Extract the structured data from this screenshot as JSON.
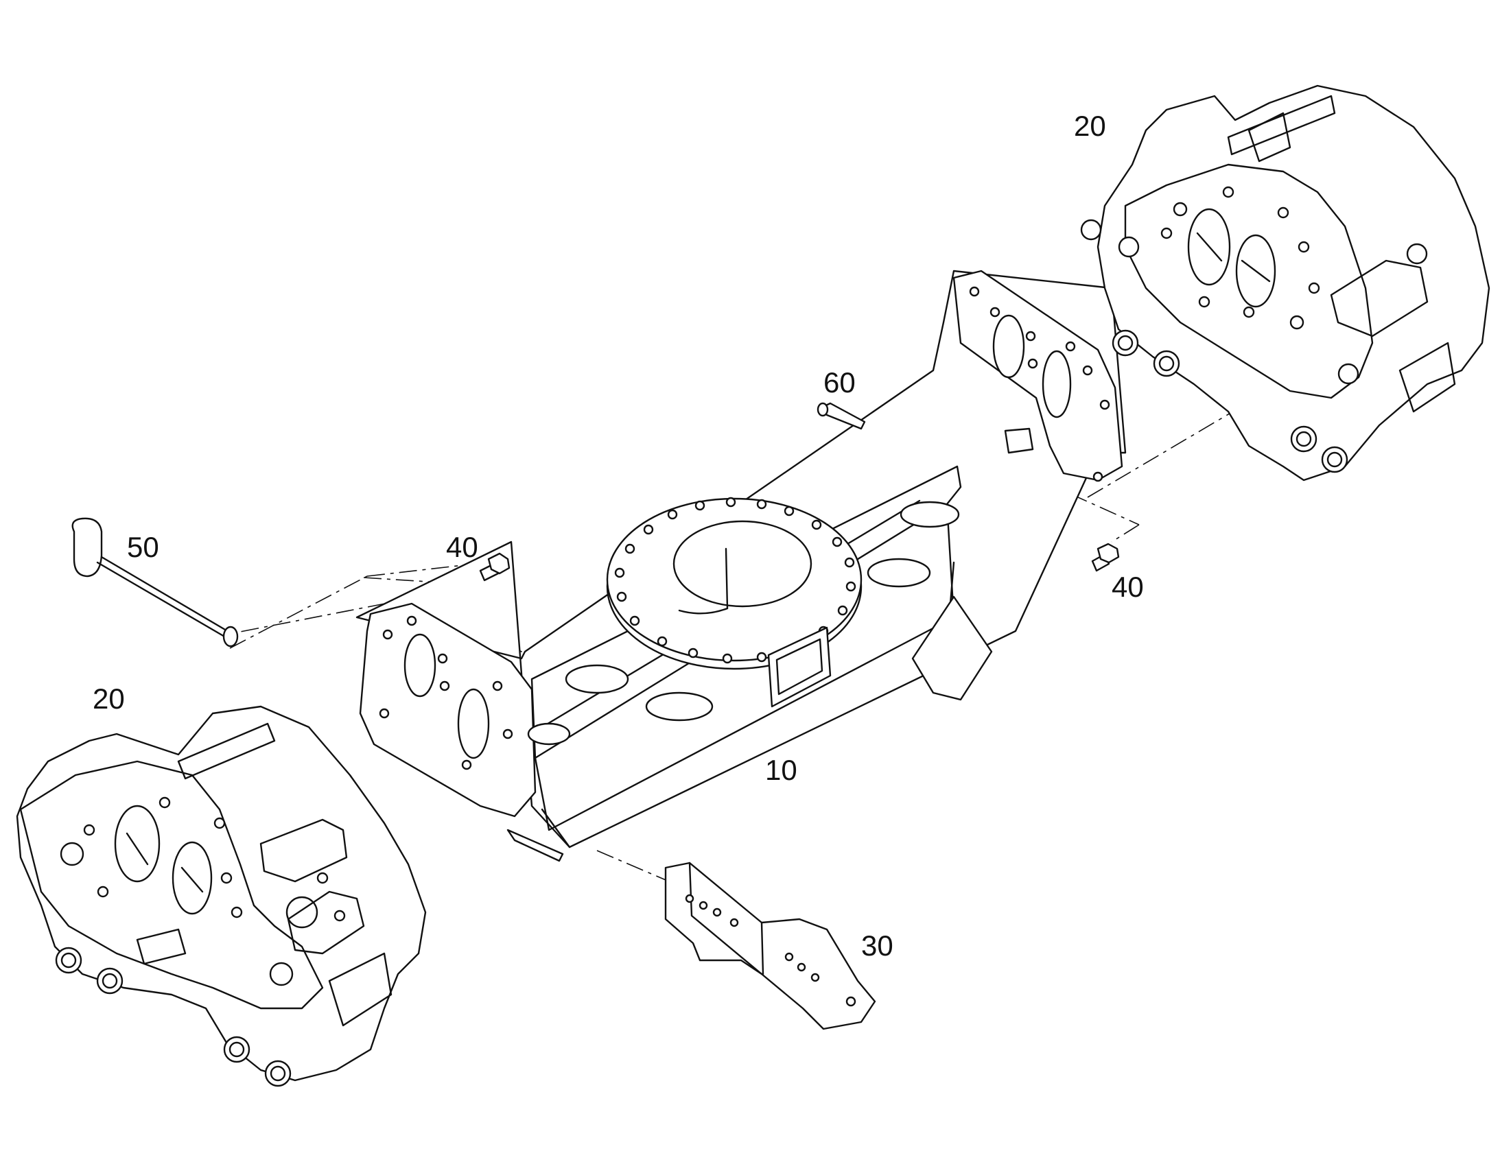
{
  "callouts": {
    "c10": "10",
    "c20_top_right": "20",
    "c20_left": "20",
    "c30": "30",
    "c40_left": "40",
    "c40_right": "40",
    "c50": "50",
    "c60": "60"
  },
  "colors": {
    "line": "#111111",
    "background": "#ffffff"
  }
}
